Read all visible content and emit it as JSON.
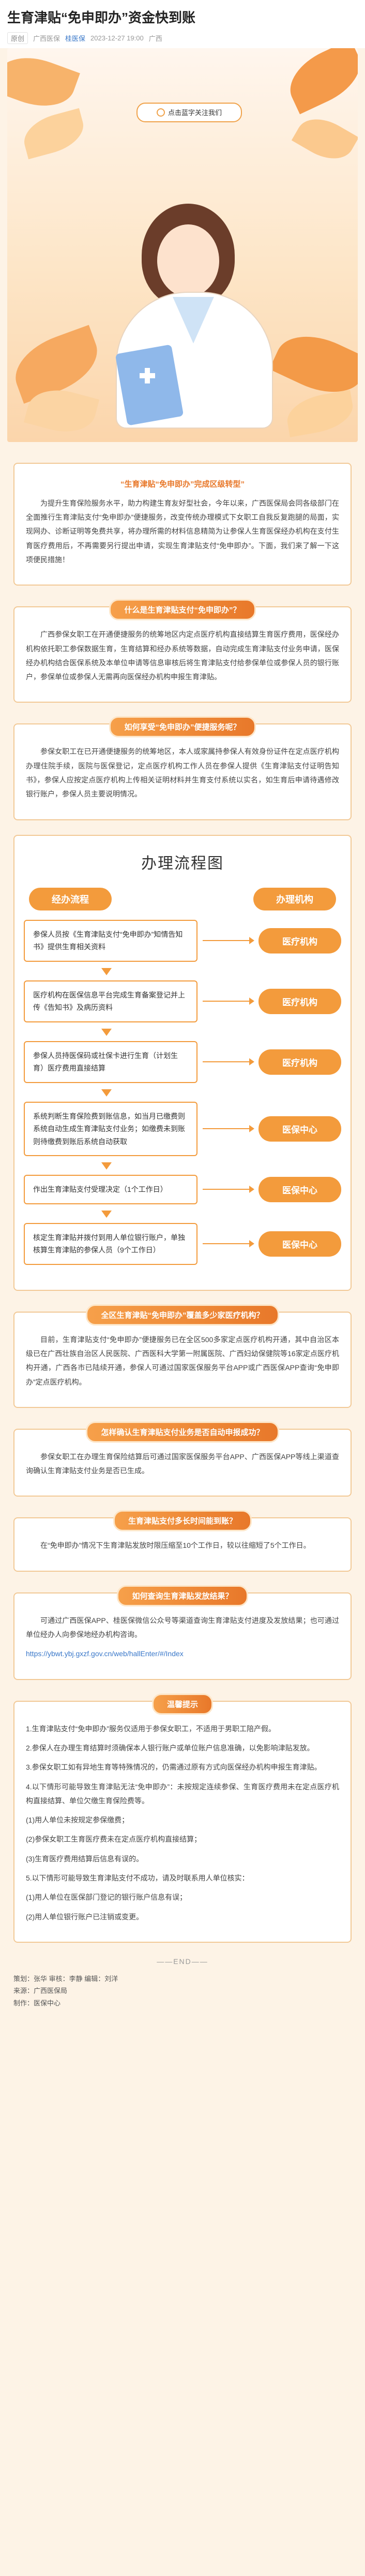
{
  "article": {
    "title": "生育津贴“免申即办”资金快到账",
    "meta_tag": "原创",
    "meta_source": "广西医保",
    "meta_account": "桂医保",
    "meta_time": "2023-12-27 19:00",
    "meta_region": "广西"
  },
  "hero": {
    "search_text": "点击蓝字关注我们"
  },
  "intro": {
    "subheading": "“生育津贴“免申即办”完成区级转型”",
    "paragraph": "为提升生育保险服务水平，助力构建生育友好型社会，今年以来，广西医保局会同各级部门在全面推行生育津贴支付“免申即办”便捷服务，改变传统办理模式下女职工自我反复跑腿的局面，实现网办、诊断证明等免费共享，将办理所需的材料信息精简为让参保人生育医保经办机构在支付生育医疗费用后，不再需要另行提出申请，实现生育津贴支付“免申即办”。下面，我们来了解一下这项便民措施！"
  },
  "q1": {
    "heading": "什么是生育津贴支付“免申即办”？",
    "paragraph": "广西参保女职工在开通便捷服务的统筹地区内定点医疗机构直接结算生育医疗费用，医保经办机构依托职工参保数据生育，生育结算和经办系统等数据，自动完成生育津贴支付业务申请，医保经办机构结合医保系统及本单位申请等信息审核后将生育津贴支付给参保单位或参保人员的银行账户，参保单位或参保人无需再向医保经办机构申报生育津贴。"
  },
  "q2": {
    "heading": "如何享受“免申即办”便捷服务呢？",
    "paragraph": "参保女职工在已开通便捷服务的统筹地区，本人或家属持参保人有效身份证件在定点医疗机构办理住院手续，医院与医保登记，定点医疗机构工作人员在参保人提供《生育津贴支付证明告知书》，参保人应按定点医疗机构上传相关证明材料并生育支付系统以实名，如生育后申请待遇修改银行账户，参保人员主要说明情况。"
  },
  "flow": {
    "title": "办理流程图",
    "col_left": "经办流程",
    "col_right": "办理机构",
    "steps": [
      {
        "text": "参保人员按《生育津贴支付“免申即办”知情告知书》提供生育相关资料",
        "inst": "医疗机构"
      },
      {
        "text": "医疗机构在医保信息平台完成生育备案登记并上传《告知书》及病历资料",
        "inst": "医疗机构"
      },
      {
        "text": "参保人员持医保码或社保卡进行生育（计划生育）医疗费用直接结算",
        "inst": "医疗机构"
      },
      {
        "text": "系统判断生育保险费到账信息，如当月已缴费则系统自动生成生育津贴支付业务；如缴费未到账则待缴费到账后系统自动获取",
        "inst": "医保中心"
      },
      {
        "text": "作出生育津贴支付受理决定（1个工作日）",
        "inst": "医保中心"
      },
      {
        "text": "核定生育津贴并拨付到用人单位银行账户，单独核算生育津贴的参保人员（9个工作日）",
        "inst": "医保中心"
      }
    ]
  },
  "q3": {
    "heading": "全区生育津贴“免申即办”覆盖多少家医疗机构？",
    "paragraph": "目前，生育津贴支付“免申即办”便捷服务已在全区500多家定点医疗机构开通，其中自治区本级已在广西壮族自治区人民医院、广西医科大学第一附属医院、广西妇幼保健院等16家定点医疗机构开通，广西各市已陆续开通，参保人可通过国家医保服务平台APP或广西医保APP查询“免申即办”定点医疗机构。"
  },
  "q4": {
    "heading": "怎样确认生育津贴支付业务是否自动申报成功？",
    "paragraph": "参保女职工在办理生育保险结算后可通过国家医保服务平台APP、广西医保APP等线上渠道查询确认生育津贴支付业务是否已生成。"
  },
  "q5": {
    "heading": "生育津贴支付多长时间能到账？",
    "paragraph": "在“免申即办”情况下生育津贴发放时限压缩至10个工作日，较以往缩短了5个工作日。"
  },
  "q6": {
    "heading": "如何查询生育津贴发放结果？",
    "paragraph": "可通过广西医保APP、桂医保微信公众号等渠道查询生育津贴支付进度及发放结果；也可通过单位经办人向参保地经办机构咨询。",
    "link": "https://ybwt.ybj.gxzf.gov.cn/web/hallEnter/#/Index"
  },
  "notice": {
    "heading": "温馨提示",
    "items": [
      "1.生育津贴支付“免申即办”服务仅适用于参保女职工，不适用于男职工陪产假。",
      "2.参保人在办理生育结算时须确保本人银行账户或单位账户信息准确，以免影响津贴发放。",
      "3.参保女职工如有异地生育等特殊情况的，仍需通过原有方式向医保经办机构申报生育津贴。",
      "4.以下情形可能导致生育津贴无法“免申即办”：未按规定连续参保、生育医疗费用未在定点医疗机构直接结算、单位欠缴生育保险费等。",
      "(1)用人单位未按规定参保缴费；",
      "(2)参保女职工生育医疗费未在定点医疗机构直接结算；",
      "(3)生育医疗费用结算后信息有误的。",
      "5.以下情形可能导致生育津贴支付不成功，请及时联系用人单位核实：",
      "(1)用人单位在医保部门登记的银行账户信息有误；",
      "(2)用人单位银行账户已注销或变更。"
    ]
  },
  "end_text": "——END——",
  "footer": {
    "line1": "策划：张华  审核：李静  编辑：刘洋",
    "line2": "来源：广西医保局",
    "line3": "制作：医保中心"
  }
}
